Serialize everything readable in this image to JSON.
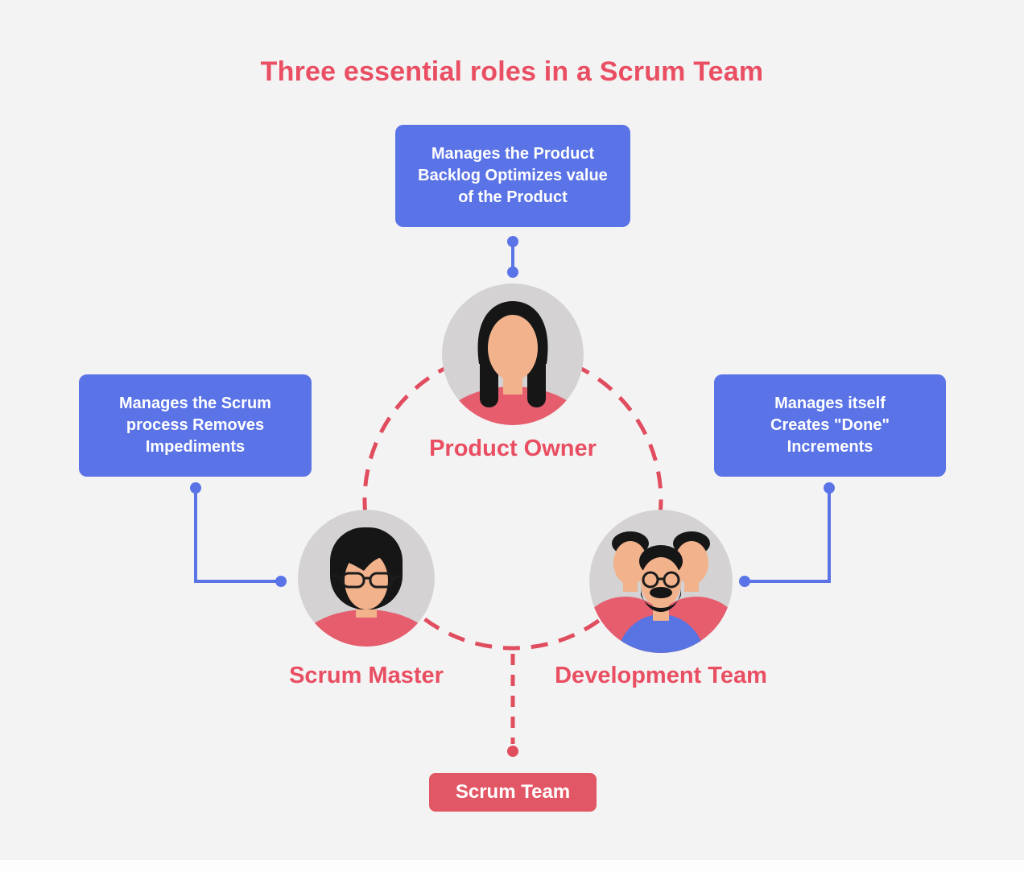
{
  "title": "Three essential roles in a Scrum Team",
  "callouts": {
    "product_owner": "Manages the Product\nBacklog Optimizes value\nof the Product",
    "scrum_master": "Manages the Scrum\nprocess Removes\nImpediments",
    "development_team": "Manages itself\nCreates \"Done\"\nIncrements"
  },
  "roles": {
    "product_owner": {
      "label": "Product Owner"
    },
    "scrum_master": {
      "label": "Scrum Master"
    },
    "development_team": {
      "label": "Development Team"
    }
  },
  "team_badge": {
    "label": "Scrum Team"
  },
  "colors": {
    "accent_red": "#e94e62",
    "dashed_circle_red": "#e04d5f",
    "badge_red": "#e25765",
    "callout_blue": "#5a73e6",
    "connector_blue": "#5a73e6",
    "background": "#f4f3f3",
    "avatar_bg_gray": "#d4d2d3"
  }
}
